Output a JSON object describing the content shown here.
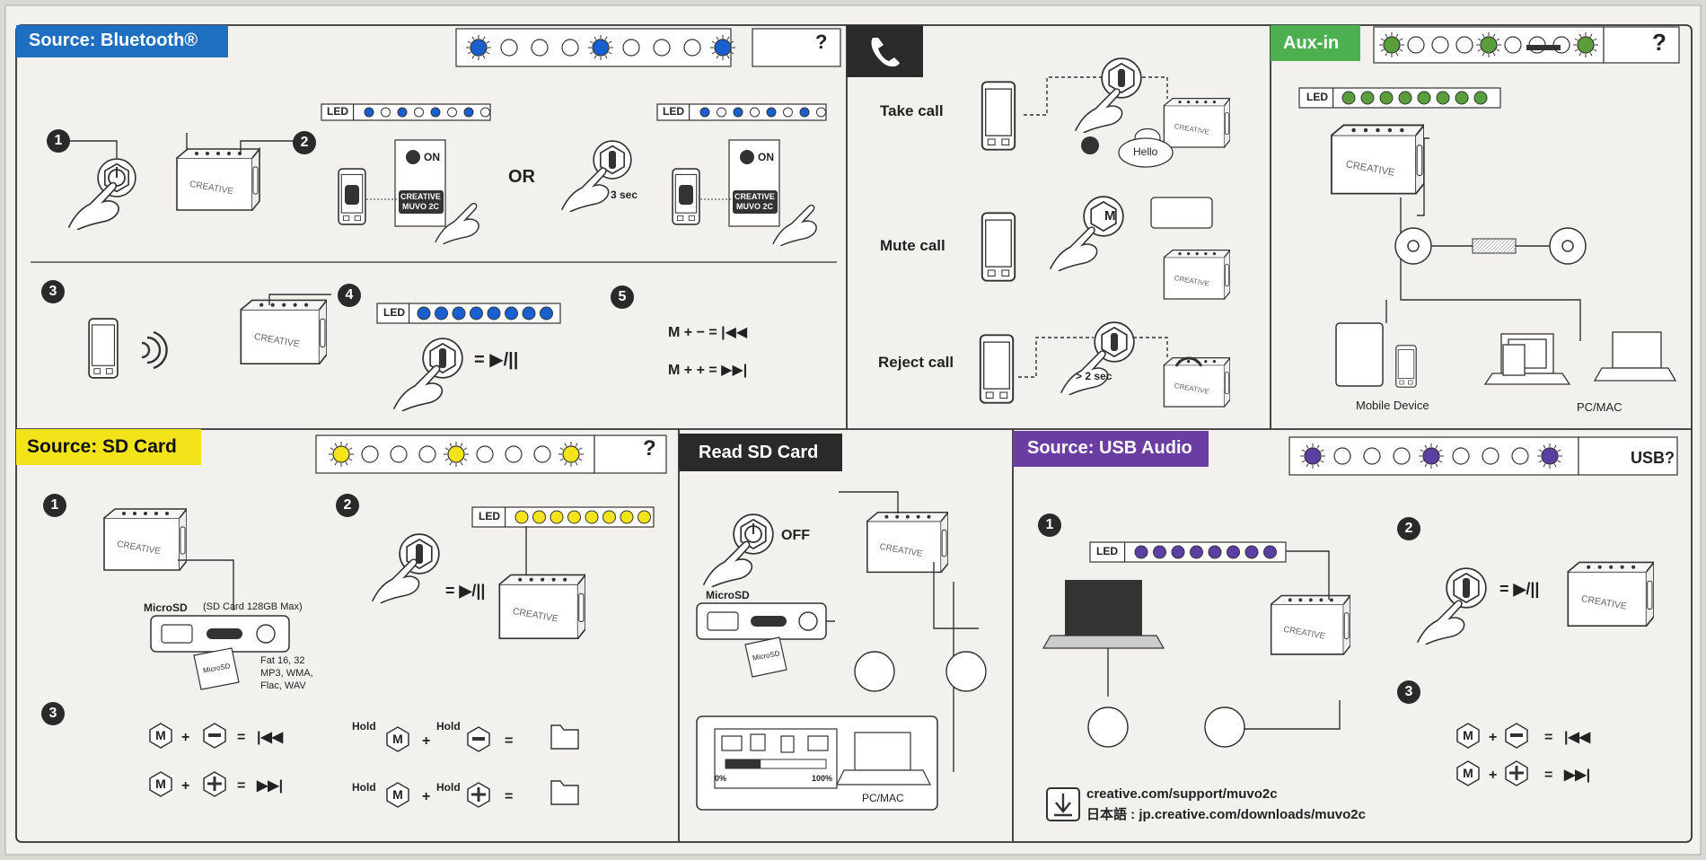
{
  "colors": {
    "bluetooth": "#1e6fc1",
    "bluetooth_led": "#1a5fd0",
    "sd_card": "#f2e31b",
    "sd_led": "#f2e31b",
    "aux_in": "#4caf50",
    "aux_led": "#5a9e3c",
    "usb_audio": "#6a3da2",
    "usb_led": "#5b3fa3",
    "call_tab": "#2a2a2a",
    "paper": "#f2f1ee"
  },
  "bluetooth": {
    "title": "Source: Bluetooth®",
    "led_label_a": "LED",
    "led_label_b": "LED",
    "led_label_c": "LED",
    "steps": [
      "1",
      "2",
      "3",
      "4",
      "5"
    ],
    "phone_a_on": "ON",
    "phone_a_device": "CREATIVE",
    "phone_a_model": "MUVO 2C",
    "or_text": "OR",
    "hold_time": "3 sec",
    "phone_b_on": "ON",
    "phone_b_device": "CREATIVE",
    "phone_b_model": "MUVO 2C",
    "speaker_brand": "CREATIVE",
    "play_pause": "= ▶/||",
    "combo_prev": "M + − = |◀◀",
    "combo_next": "M + + = ▶▶|",
    "help_mark": "?"
  },
  "calls": {
    "take_call": "Take call",
    "mute_call": "Mute call",
    "reject_call": "Reject call",
    "hello": "Hello",
    "reject_time": "> 2 sec",
    "m_button": "M"
  },
  "aux": {
    "title": "Aux-in",
    "led_label": "LED",
    "help_mark": "?",
    "mobile_device": "Mobile Device",
    "pc_mac": "PC/MAC"
  },
  "sd": {
    "title": "Source: SD Card",
    "steps": [
      "1",
      "2",
      "3"
    ],
    "led_label": "LED",
    "microsd": "MicroSD",
    "microsd_note": "(SD Card 128GB Max)",
    "card_label": "MicroSD",
    "formats_a": "Fat 16, 32",
    "formats_b": "MP3, WMA,",
    "formats_c": "Flac, WAV",
    "hold_1": "Hold",
    "hold_2": "Hold",
    "hold_3": "Hold",
    "hold_4": "Hold",
    "help_mark": "?"
  },
  "read_sd": {
    "title": "Read SD Card",
    "off": "OFF",
    "microsd": "MicroSD",
    "card_label": "MicroSD",
    "progress_start": "0%",
    "progress_end": "100%",
    "progress": 0.35,
    "pc_mac": "PC/MAC"
  },
  "usb": {
    "title": "Source: USB Audio",
    "steps": [
      "1",
      "2",
      "3"
    ],
    "led_label": "LED",
    "usb_q": "USB?",
    "support_url": "creative.com/support/muvo2c",
    "jp_label": "日本語 : ",
    "jp_url": "jp.creative.com/downloads/muvo2c"
  }
}
